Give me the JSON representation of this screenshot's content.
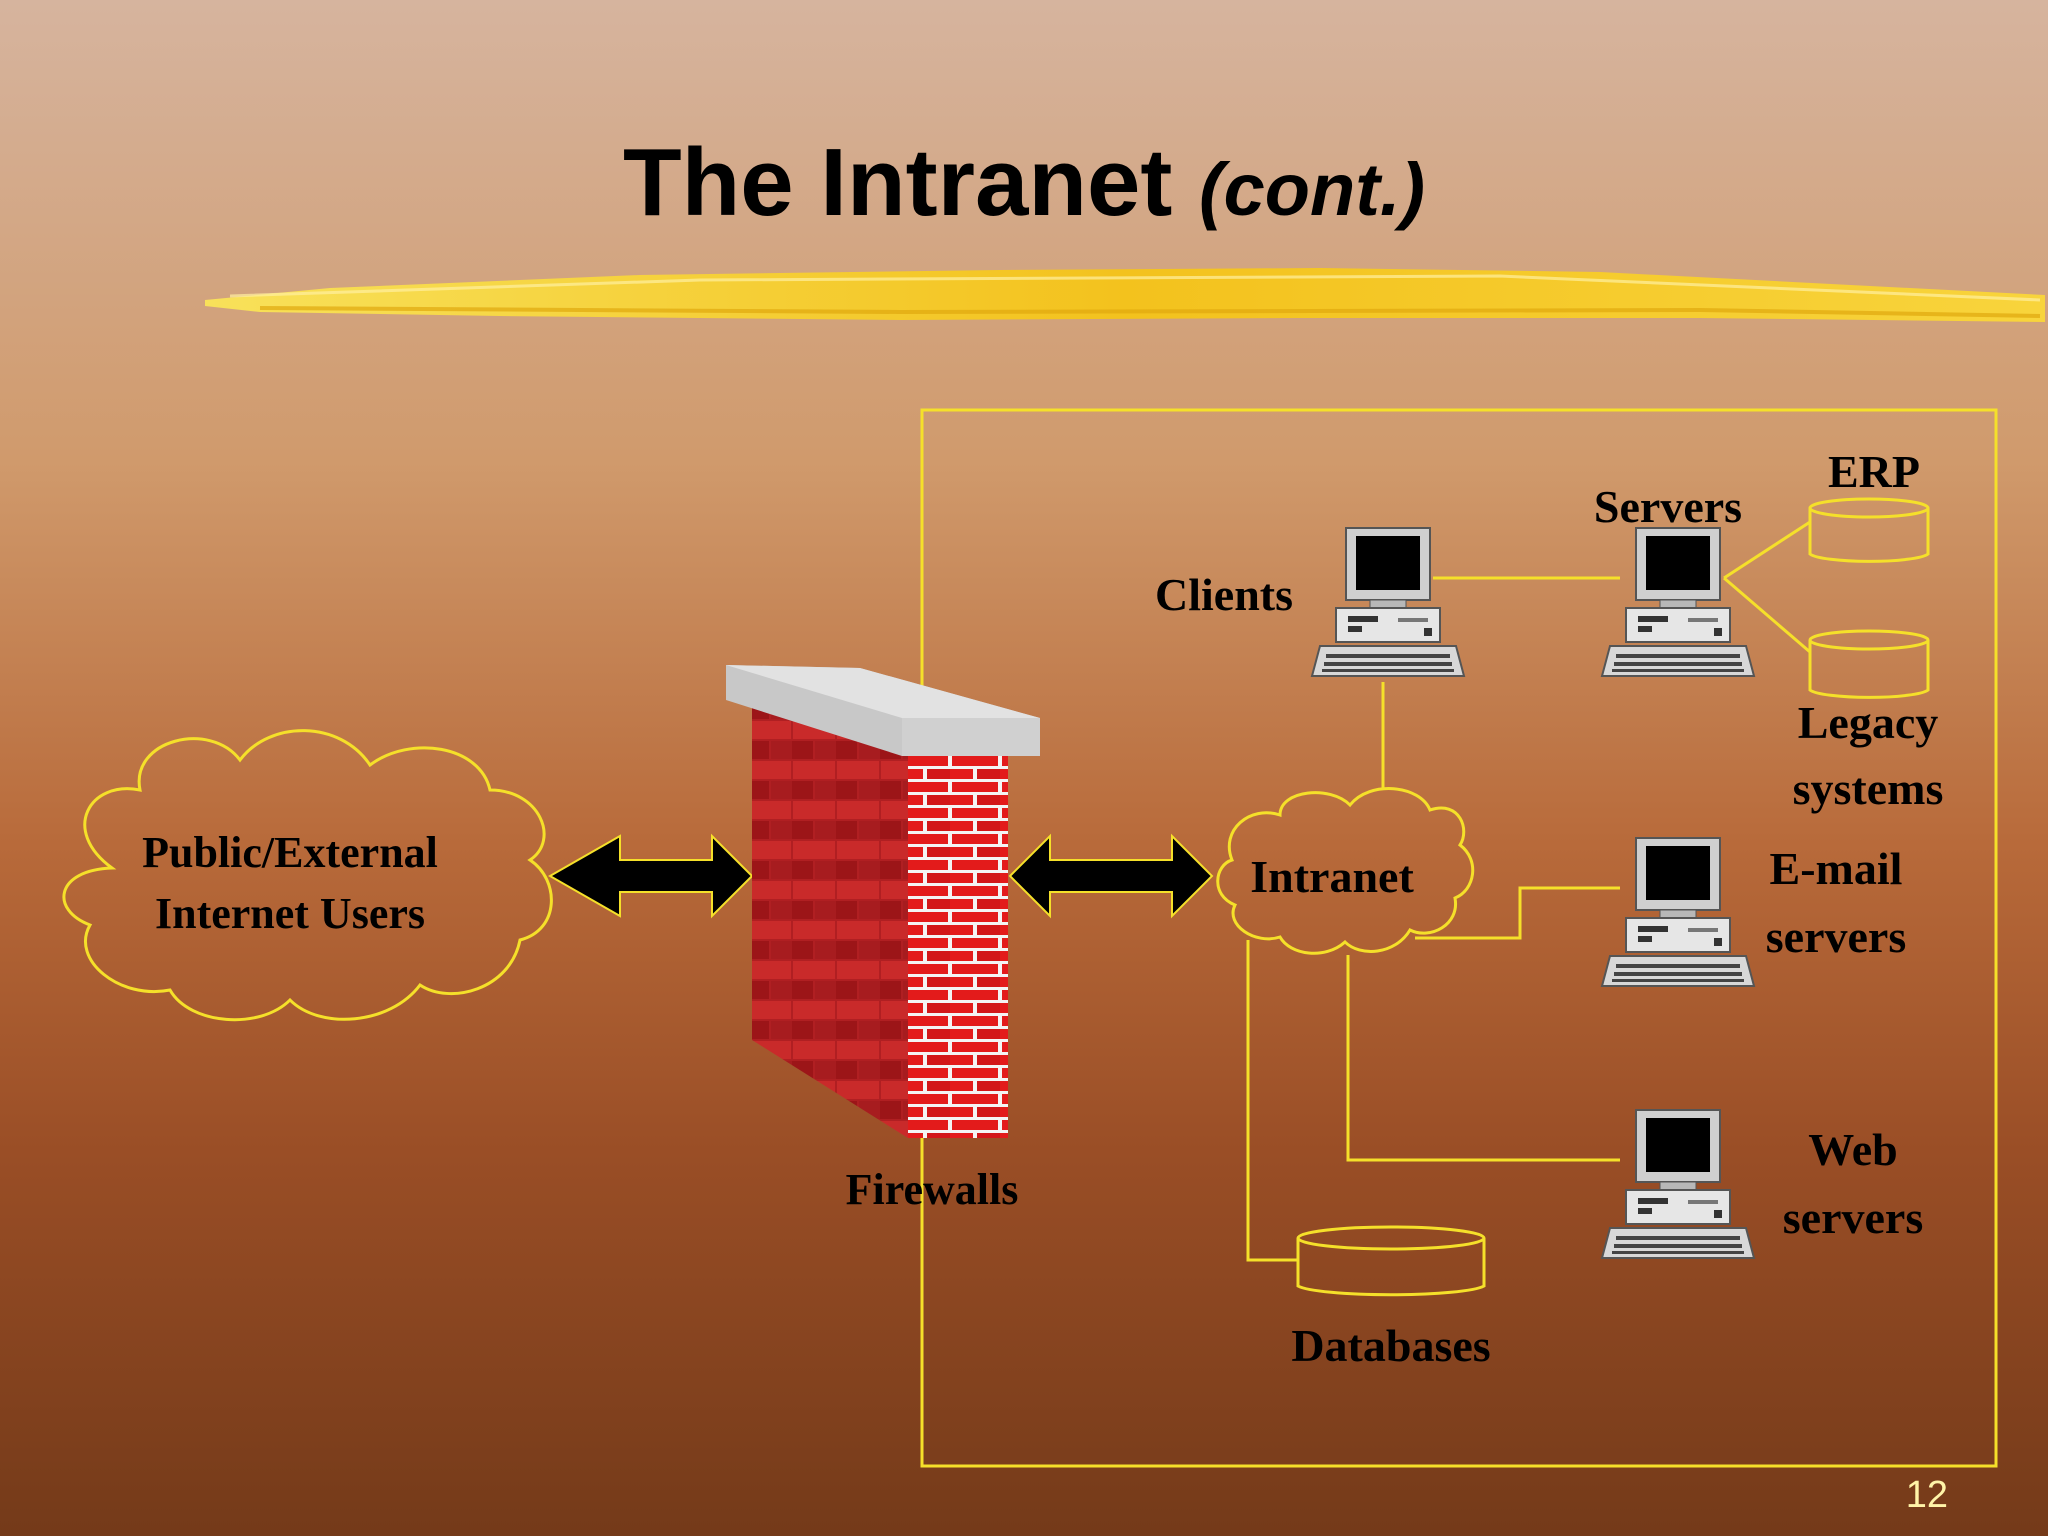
{
  "slide": {
    "title": "The Intranet",
    "title_suffix": "(cont.)",
    "page_number": "12"
  },
  "diagram": {
    "external_users": [
      "Public/External",
      "Internet Users"
    ],
    "firewall": "Firewalls",
    "intranet": "Intranet",
    "clients": "Clients",
    "servers": "Servers",
    "erp": "ERP",
    "legacy": [
      "Legacy",
      "systems"
    ],
    "email": [
      "E-mail",
      "servers"
    ],
    "web": [
      "Web",
      "servers"
    ],
    "databases": "Databases"
  },
  "colors": {
    "line": "#f5e02a",
    "brick_red": "#e31b1b",
    "brick_dark": "#8a0f12",
    "highlighter": "#f7d23a"
  }
}
